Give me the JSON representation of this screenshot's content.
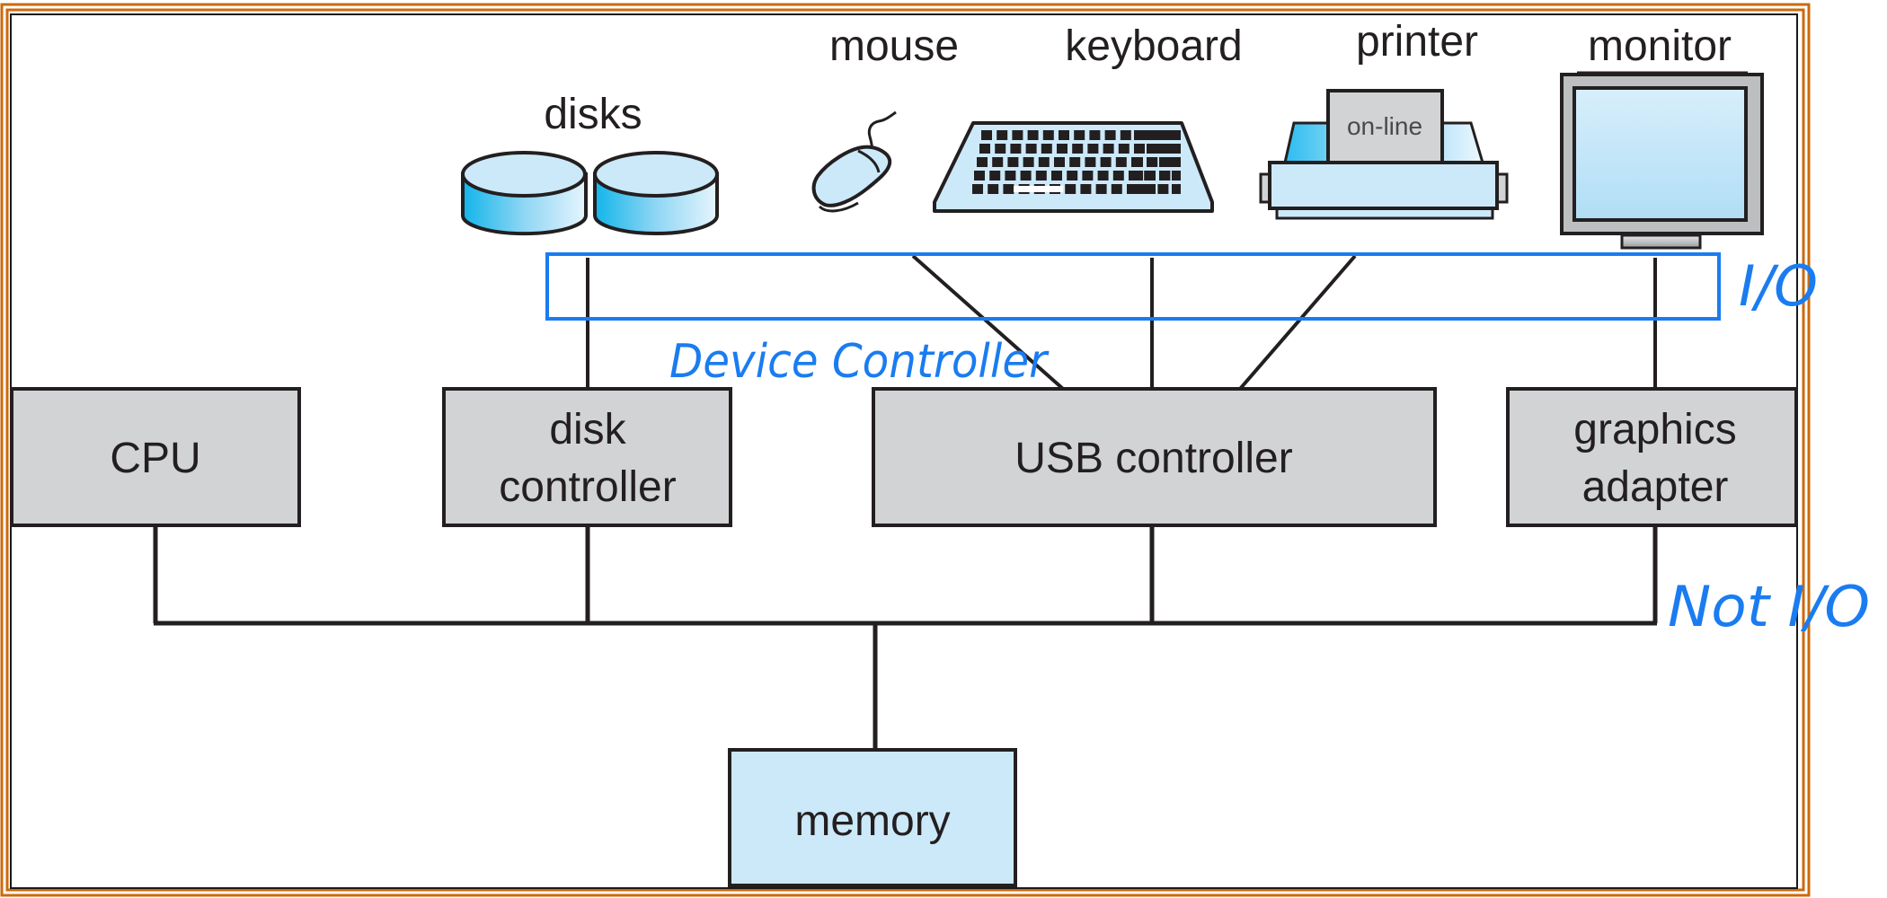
{
  "diagram": {
    "title": "Computer system I/O organization",
    "colors": {
      "frame_orange": "#cc6a0a",
      "frame_black": "#1a1a1a",
      "annotation_blue": "#1a7cf0",
      "box_gray": "#d1d3d4",
      "device_blue_light": "#cce9f9",
      "device_blue_dark": "#1ab7ea",
      "line": "#231f20"
    },
    "devices": {
      "disks": {
        "label": "disks"
      },
      "mouse": {
        "label": "mouse"
      },
      "keyboard": {
        "label": "keyboard"
      },
      "printer": {
        "label": "printer",
        "paper_text": "on-line"
      },
      "monitor": {
        "label": "monitor"
      }
    },
    "components": {
      "cpu": {
        "label": "CPU"
      },
      "disk_controller": {
        "label_line1": "disk",
        "label_line2": "controller"
      },
      "usb_controller": {
        "label": "USB controller"
      },
      "graphics_adapter": {
        "label_line1": "graphics",
        "label_line2": "adapter"
      },
      "memory": {
        "label": "memory"
      }
    },
    "annotations": {
      "io_label": "I/O",
      "device_controller_label": "Device Controller",
      "not_io_label": "Not I/O"
    },
    "connections": [
      {
        "from": "disks",
        "to": "disk_controller"
      },
      {
        "from": "mouse",
        "to": "usb_controller"
      },
      {
        "from": "keyboard",
        "to": "usb_controller"
      },
      {
        "from": "printer",
        "to": "usb_controller"
      },
      {
        "from": "monitor",
        "to": "graphics_adapter"
      },
      {
        "from": "cpu",
        "to": "system_bus"
      },
      {
        "from": "disk_controller",
        "to": "system_bus"
      },
      {
        "from": "usb_controller",
        "to": "system_bus"
      },
      {
        "from": "graphics_adapter",
        "to": "system_bus"
      },
      {
        "from": "system_bus",
        "to": "memory"
      }
    ]
  }
}
